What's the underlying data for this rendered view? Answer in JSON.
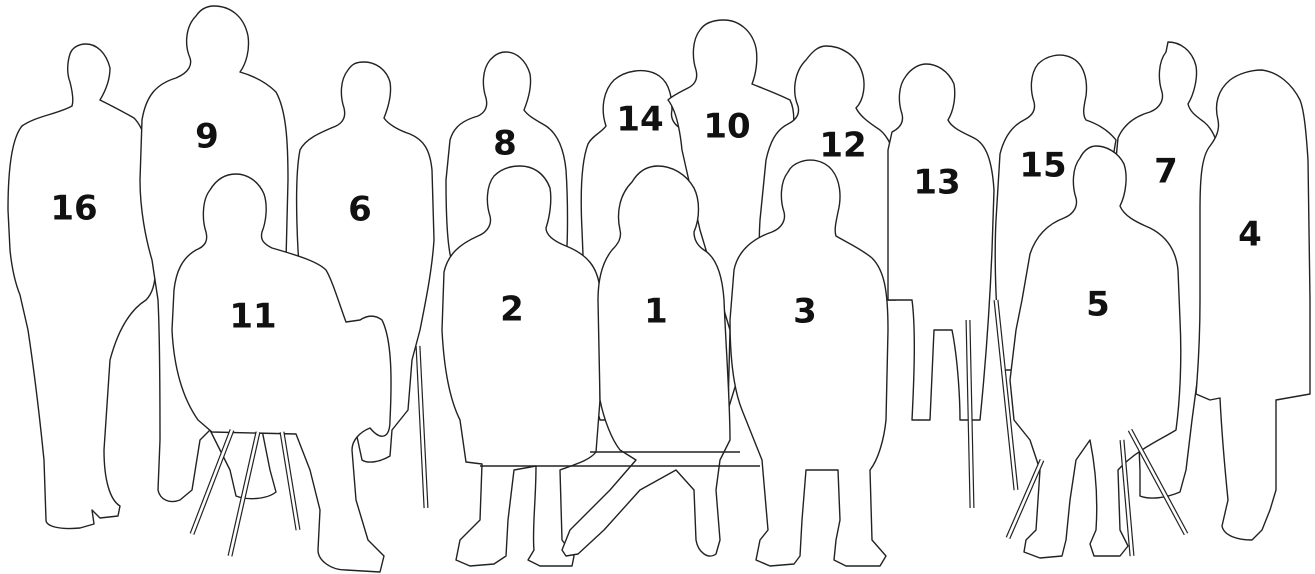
{
  "figure": {
    "type": "group-photo-silhouette-key",
    "numbers": [
      "1",
      "2",
      "3",
      "4",
      "5",
      "6",
      "7",
      "8",
      "9",
      "10",
      "11",
      "12",
      "13",
      "14",
      "15",
      "16"
    ]
  }
}
